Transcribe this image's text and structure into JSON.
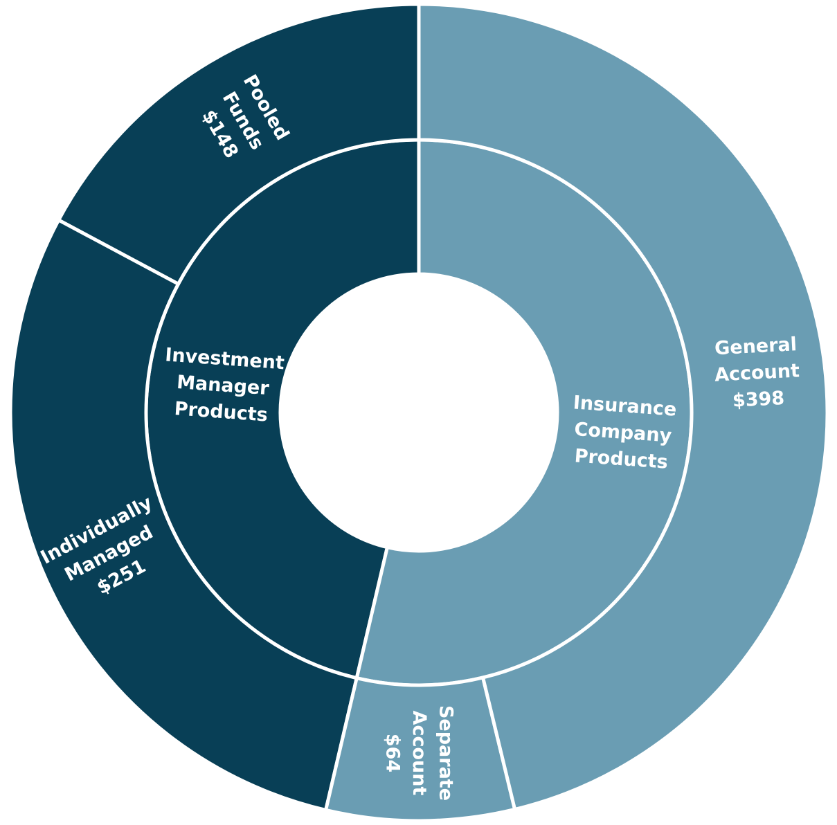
{
  "chart_data": {
    "type": "sunburst",
    "colors": {
      "investment": "#083f56",
      "insurance": "#6a9db3",
      "divider": "#ffffff"
    },
    "inner": [
      {
        "key": "investment",
        "label": [
          "Investment",
          "Manager",
          "Products"
        ],
        "value": 399,
        "color_key": "investment"
      },
      {
        "key": "insurance",
        "label": [
          "Insurance",
          "Company",
          "Products"
        ],
        "value": 462,
        "color_key": "insurance"
      }
    ],
    "outer": [
      {
        "key": "pooled-funds",
        "parent": "investment",
        "label": [
          "Pooled",
          "Funds",
          "$148"
        ],
        "value": 148
      },
      {
        "key": "individually-managed",
        "parent": "investment",
        "label": [
          "Individually",
          "Managed",
          "$251"
        ],
        "value": 251
      },
      {
        "key": "separate-account",
        "parent": "insurance",
        "label": [
          "Separate",
          "Account",
          "$64"
        ],
        "value": 64
      },
      {
        "key": "general-account",
        "parent": "insurance",
        "label": [
          "General",
          "Account",
          "$398"
        ],
        "value": 398
      }
    ]
  }
}
